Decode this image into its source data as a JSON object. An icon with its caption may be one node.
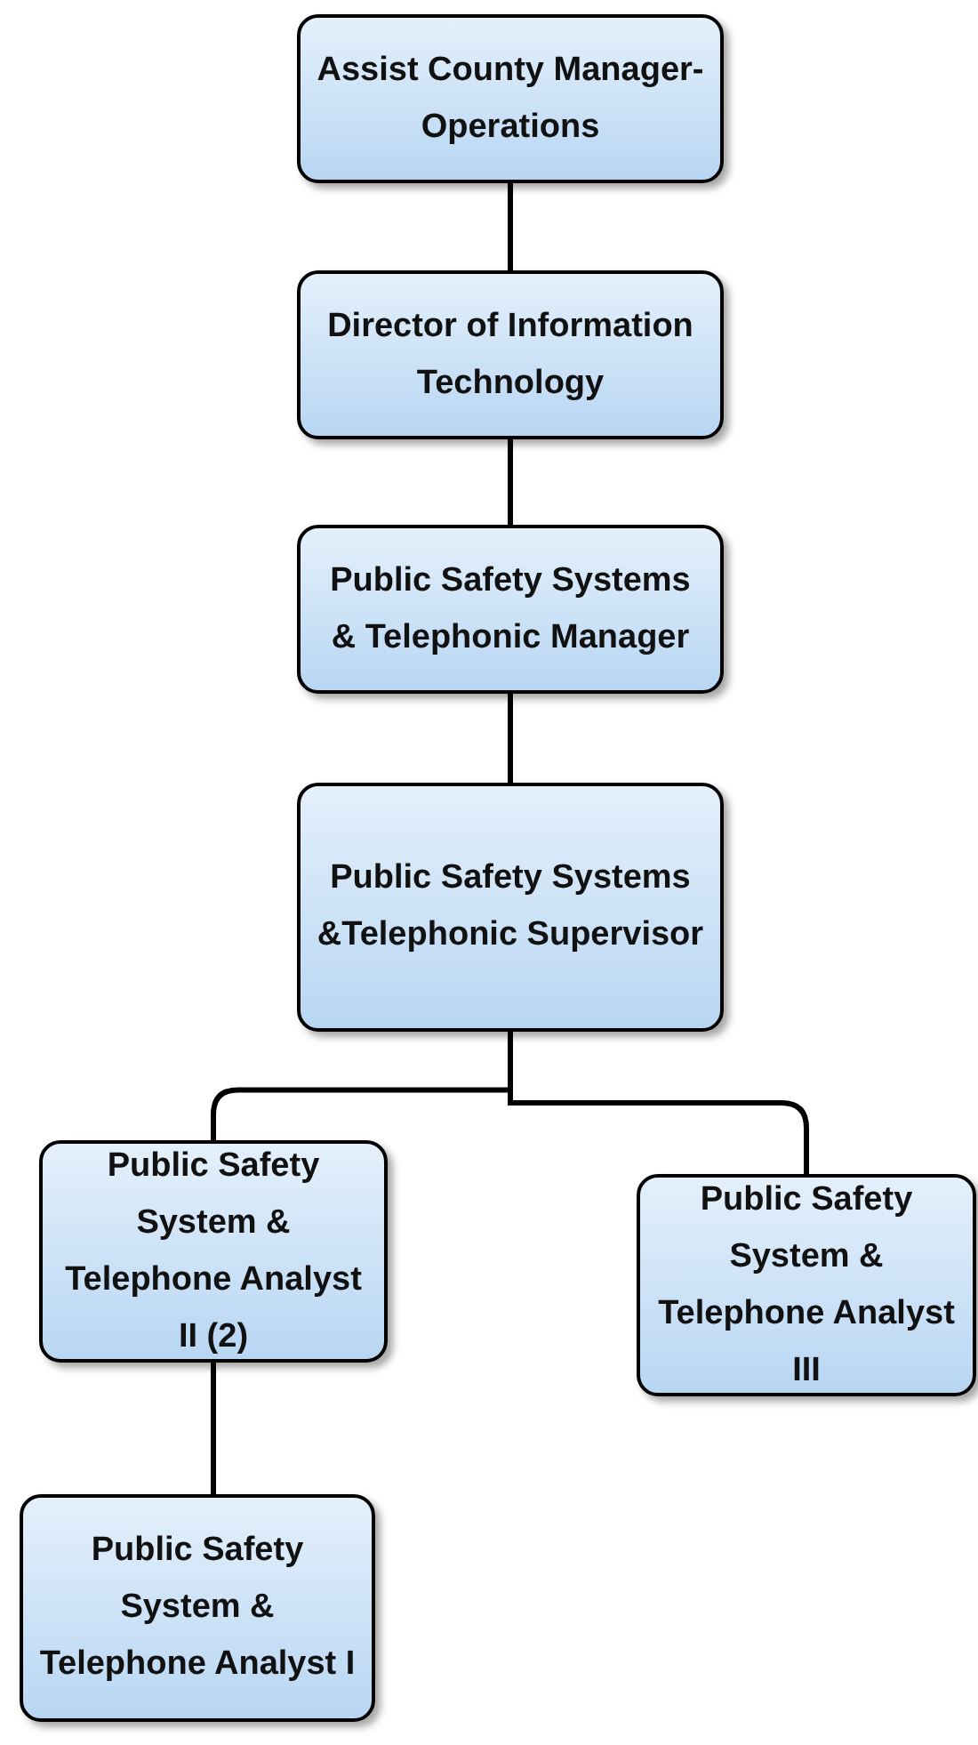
{
  "diagram": {
    "nodes": [
      {
        "text": [
          "Assist County Manager- Operations"
        ]
      },
      {
        "text": [
          "Director of Information Technology"
        ]
      },
      {
        "text": [
          "Public Safety Systems & Telephonic Manager"
        ]
      },
      {
        "text": [
          "Public Safety Systems &Telephonic Supervisor"
        ]
      },
      {
        "text": [
          "Public Safety System & Telephone Analyst II (2)"
        ]
      },
      {
        "text": [
          "Public Safety System & Telephone Analyst III"
        ]
      },
      {
        "text": [
          "Public Safety System & Telephone Analyst I"
        ]
      }
    ],
    "edges": [
      {
        "from": 0,
        "to": 1,
        "arrow": "none"
      },
      {
        "from": 1,
        "to": 2,
        "arrow": "none"
      },
      {
        "from": 2,
        "to": 3,
        "arrow": "none"
      },
      {
        "from": 3,
        "to": 4,
        "arrow": "none"
      },
      {
        "from": 3,
        "to": 5,
        "arrow": "none"
      },
      {
        "from": 4,
        "to": 6,
        "arrow": "none"
      }
    ]
  }
}
